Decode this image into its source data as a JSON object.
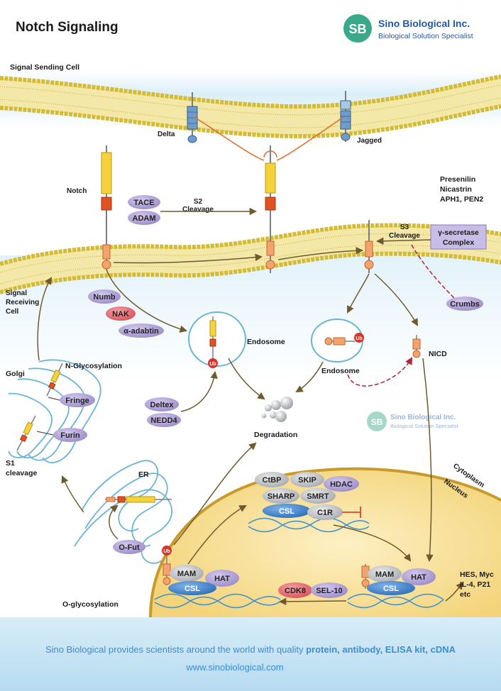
{
  "header": {
    "title": "Notch Signaling",
    "company": "Sino Biological Inc.",
    "tagline": "Biological Solution Specialist",
    "logo_letters": "SB"
  },
  "labels": {
    "signal_sending_cell": "Signal Sending Cell",
    "delta": "Delta",
    "jagged": "Jagged",
    "notch": "Notch",
    "presenilin": "Presenilin",
    "nicastrin": "Nicastrin",
    "aph1_pen2": "APH1, PEN2",
    "s2": "S2",
    "s2_cleavage": "Cleavage",
    "s3": "S3",
    "s3_cleavage": "Cleavage",
    "gamma_line1": "γ-secretase",
    "gamma_line2": "Complex",
    "signal": "Signal",
    "receiving": "Receiving",
    "cell": "Cell",
    "endosome1": "Endosome",
    "endosome2": "Endosome",
    "nicd": "NICD",
    "golgi": "Golgi",
    "n_glycosylation": "N-Glycosylation",
    "s1": "S1",
    "s1_cleavage": "cleavage",
    "degradation": "Degradation",
    "er": "ER",
    "o_glycosylation": "O-glycosylation",
    "cytoplasm": "Cytoplasm",
    "nucleus": "Nucleus",
    "targets_line1": "HES, Myc",
    "targets_line2": "IL-4, P21",
    "targets_line3": "etc",
    "ub": "Ub"
  },
  "proteins": {
    "tace": "TACE",
    "adam": "ADAM",
    "numb": "Numb",
    "nak": "NAK",
    "alpha_adabtin": "α-adabtin",
    "crumbs": "Crumbs",
    "deltex": "Deltex",
    "nedd4": "NEDD4",
    "fringe": "Fringe",
    "furin": "Furin",
    "o_fut": "O-Fut",
    "ctbp": "CtBP",
    "skip": "SKIP",
    "hdac": "HDAC",
    "sharp": "SHARP",
    "smrt": "SMRT",
    "csl": "CSL",
    "c1r": "C1R",
    "mam": "MAM",
    "hat": "HAT",
    "cdk8": "CDK8",
    "sel10": "SEL-10"
  },
  "watermark": {
    "company": "Sino Biological Inc.",
    "tagline": "Biological Solution Specialist",
    "logo_letters": "SB"
  },
  "footer": {
    "text_plain": "Sino Biological provides scientists around the world with quality ",
    "text_bold": "protein, antibody, ELISA kit, cDNA",
    "url": "www.sinobiological.com"
  },
  "colors": {
    "purple": "#a99bd1",
    "red_pill": "#e2636b",
    "blue_csl": "#3b7fc9",
    "gray_pill": "#b9bcc0",
    "membrane_head": "#c9b233",
    "nucleus": "#f6d986",
    "footer_bg": "#c7e3f3",
    "ub_red": "#d8342b",
    "arrow_brown": "#6e5a2c"
  }
}
